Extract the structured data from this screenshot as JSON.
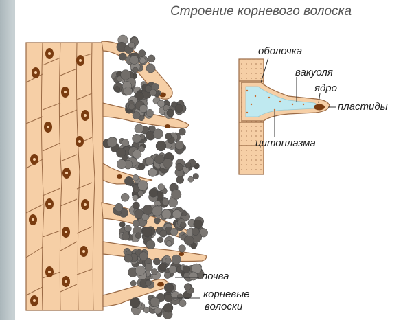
{
  "diagram": {
    "title": "Строение корневого волоска",
    "labels": {
      "membrane": "оболочка",
      "vacuole": "вакуоля",
      "nucleus": "ядро",
      "plastids": "пластиды",
      "cytoplasm": "цитоплазма",
      "soil": "почва",
      "root_hairs_line1": "корневые",
      "root_hairs_line2": "волоски"
    },
    "colors": {
      "cell_fill": "#f6cfa6",
      "cell_stroke": "#9a6a45",
      "nucleus": "#7a3c10",
      "vacuole": "#bfe9f0",
      "soil": "#6e6a66",
      "background": "#ffffff",
      "frame": "#b7c2c6"
    }
  }
}
